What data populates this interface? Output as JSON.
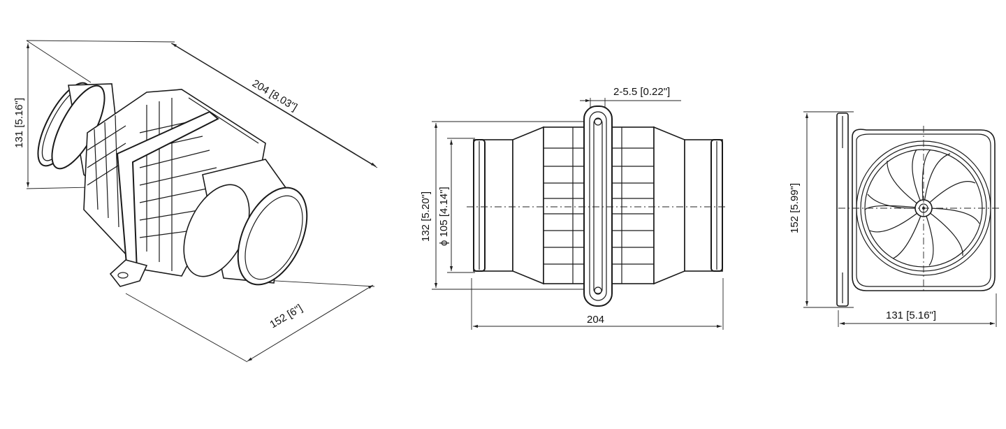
{
  "views": {
    "isometric": {
      "height_label": "131  [5.16\"]",
      "length_label": "204  [8.03\"]",
      "width_label": "152  [6\"]"
    },
    "side": {
      "slot_label": "2-5.5 [0.22\"]",
      "height_label": "132 [5.20\"]",
      "diameter_label": "ϕ 105 [4.14\"]",
      "length_label": "204"
    },
    "front": {
      "height_label": "152 [5.99\"]",
      "width_label": "131 [5.16\"]"
    }
  }
}
